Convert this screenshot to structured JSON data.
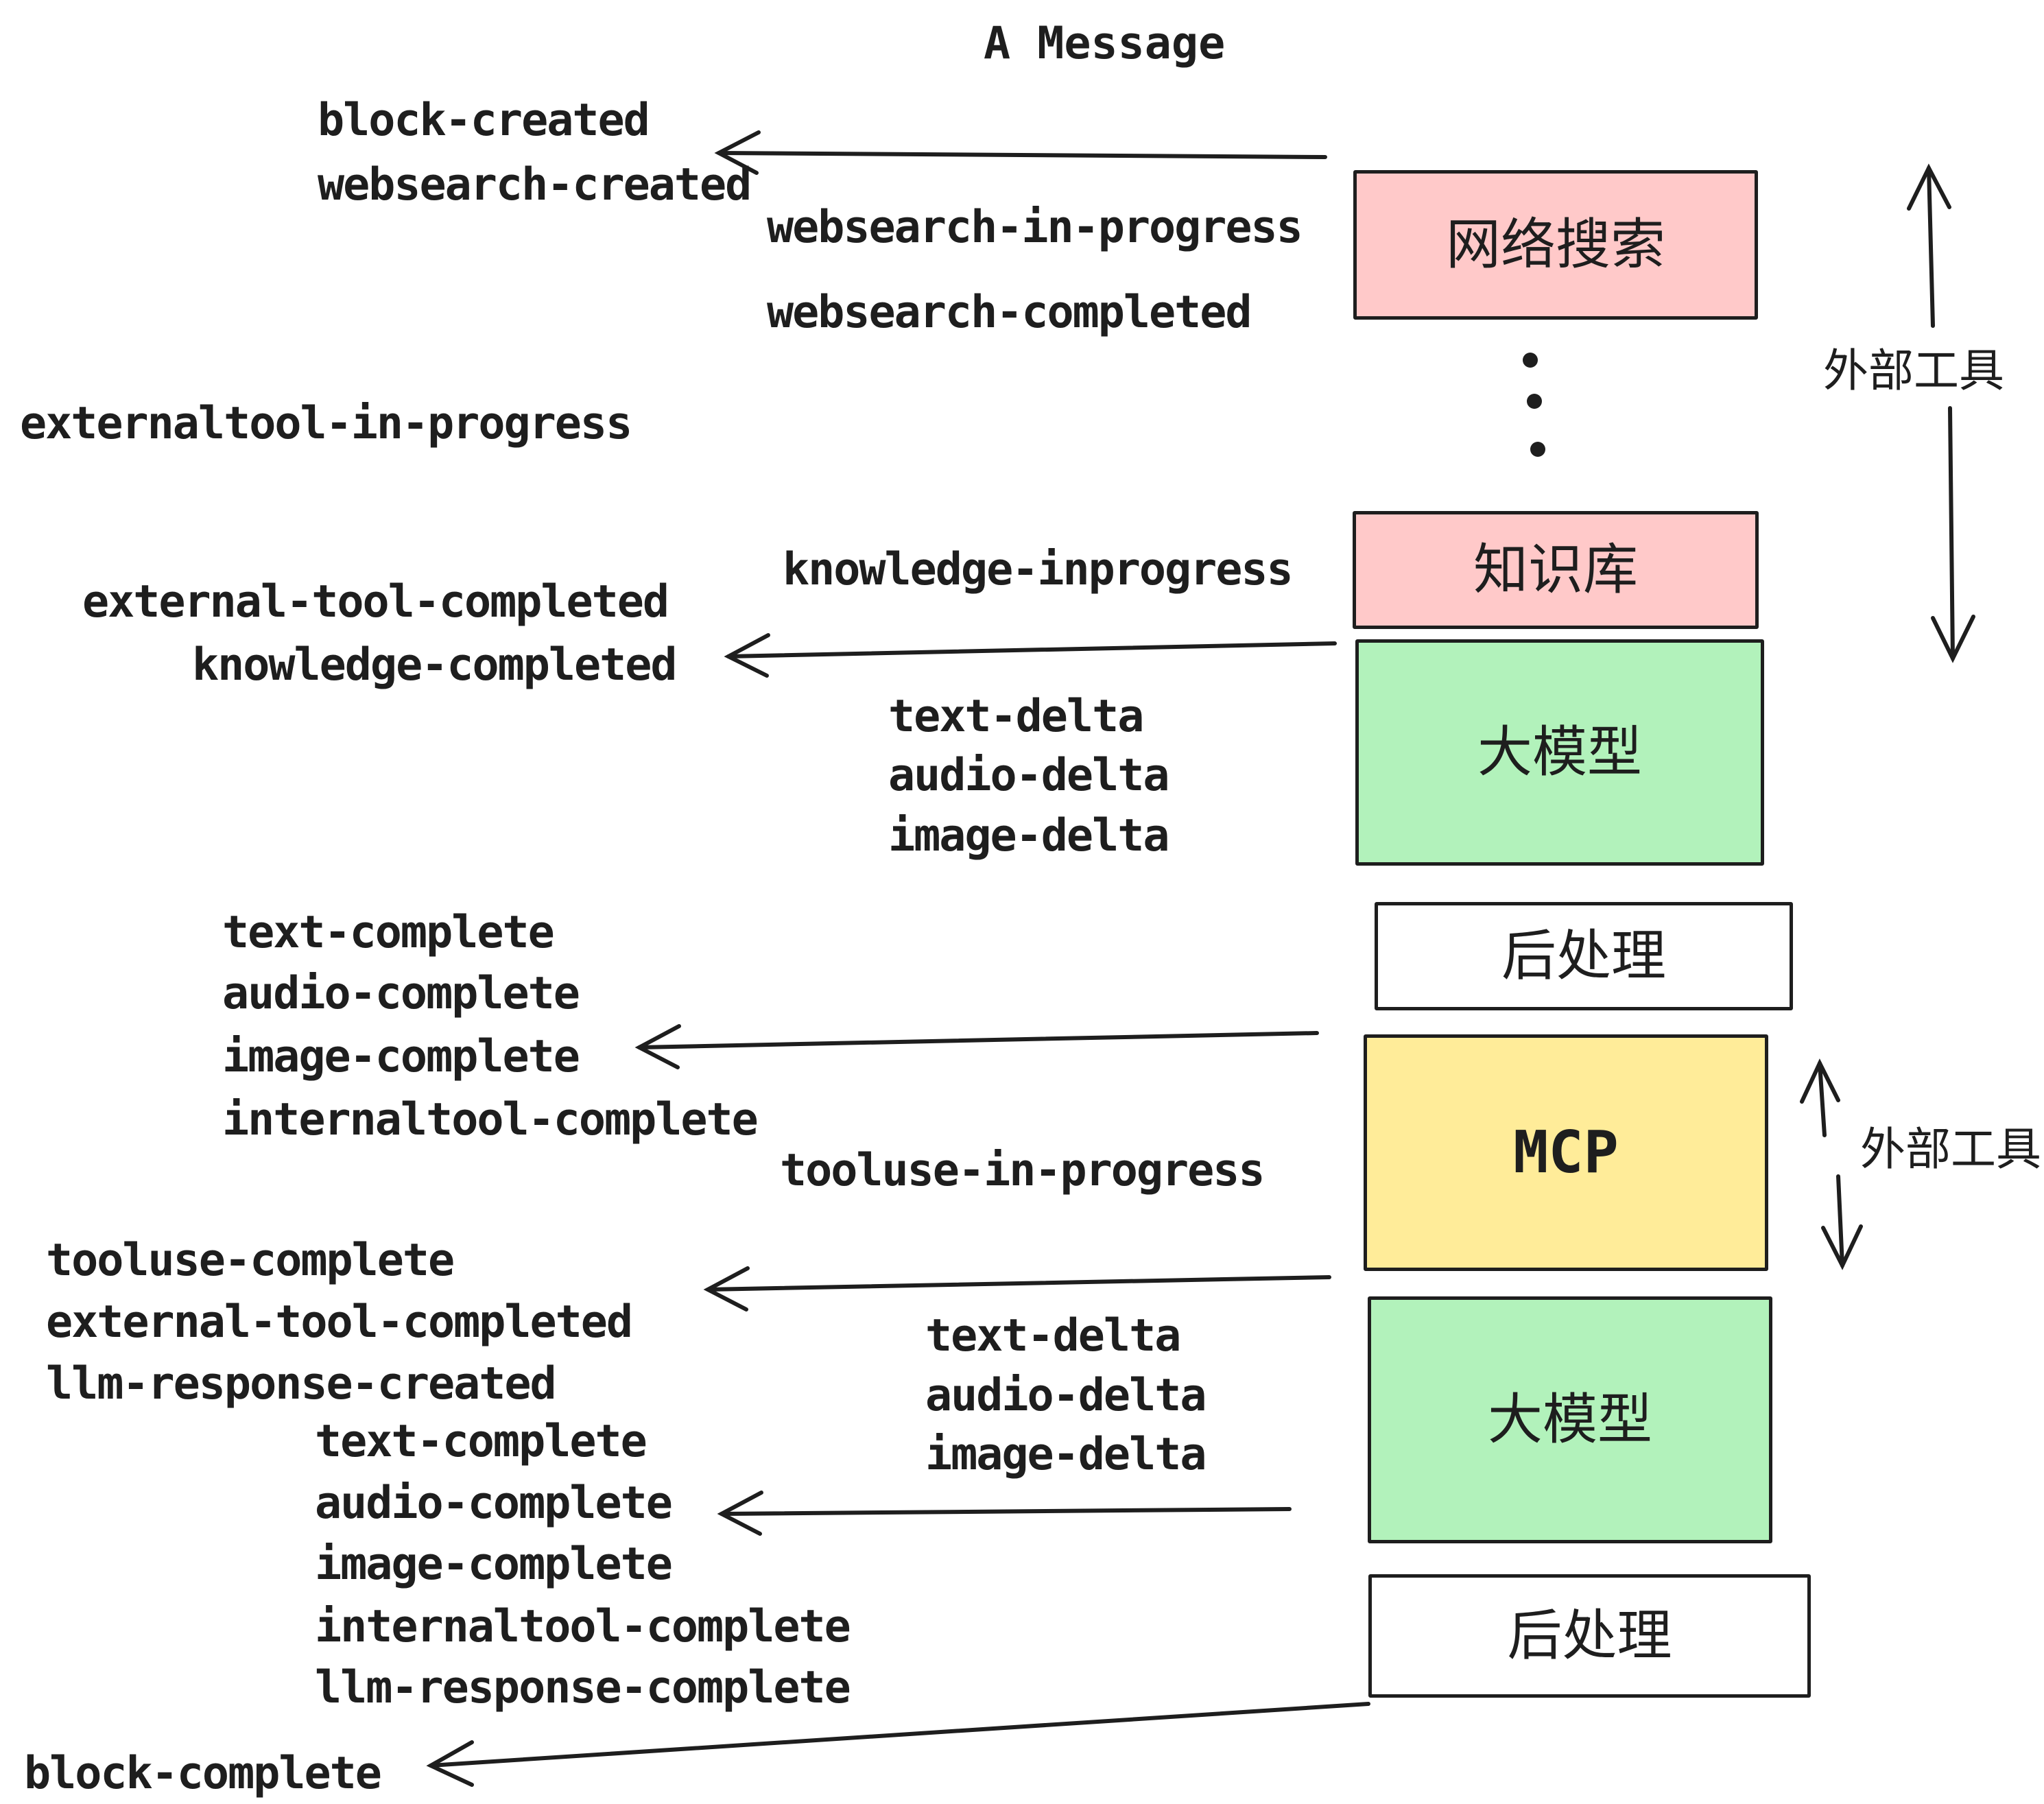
{
  "title": "A Message",
  "colors": {
    "pink": "#ffc9c9",
    "green": "#b2f2bb",
    "yellow": "#ffec99",
    "white": "#ffffff",
    "stroke": "#1e1e1e"
  },
  "boxes": [
    {
      "id": "websearch",
      "label": "网络搜索",
      "color_key": "pink"
    },
    {
      "id": "knowledge",
      "label": "知识库",
      "color_key": "pink"
    },
    {
      "id": "llm-1",
      "label": "大模型",
      "color_key": "green"
    },
    {
      "id": "postprocess-1",
      "label": "后处理",
      "color_key": "white"
    },
    {
      "id": "mcp",
      "label": "MCP",
      "color_key": "yellow"
    },
    {
      "id": "llm-2",
      "label": "大模型",
      "color_key": "green"
    },
    {
      "id": "postprocess-2",
      "label": "后处理",
      "color_key": "white"
    }
  ],
  "side_annotations": {
    "top": "外部工具",
    "bottom": "外部工具"
  },
  "events": [
    {
      "text": "block-created"
    },
    {
      "text": "websearch-created"
    },
    {
      "text": "websearch-in-progress"
    },
    {
      "text": "websearch-completed"
    },
    {
      "text": "externaltool-in-progress"
    },
    {
      "text": "knowledge-inprogress"
    },
    {
      "text": "external-tool-completed"
    },
    {
      "text": "knowledge-completed"
    },
    {
      "text": "text-delta"
    },
    {
      "text": "audio-delta"
    },
    {
      "text": "image-delta"
    },
    {
      "text": "text-complete"
    },
    {
      "text": "audio-complete"
    },
    {
      "text": "image-complete"
    },
    {
      "text": "internaltool-complete"
    },
    {
      "text": "tooluse-in-progress"
    },
    {
      "text": "tooluse-complete"
    },
    {
      "text": "external-tool-completed"
    },
    {
      "text": "llm-response-created"
    },
    {
      "text": "text-complete"
    },
    {
      "text": "text-delta"
    },
    {
      "text": "audio-delta"
    },
    {
      "text": "image-delta"
    },
    {
      "text": "audio-complete"
    },
    {
      "text": "image-complete"
    },
    {
      "text": "internaltool-complete"
    },
    {
      "text": "llm-response-complete"
    },
    {
      "text": "block-complete"
    }
  ]
}
